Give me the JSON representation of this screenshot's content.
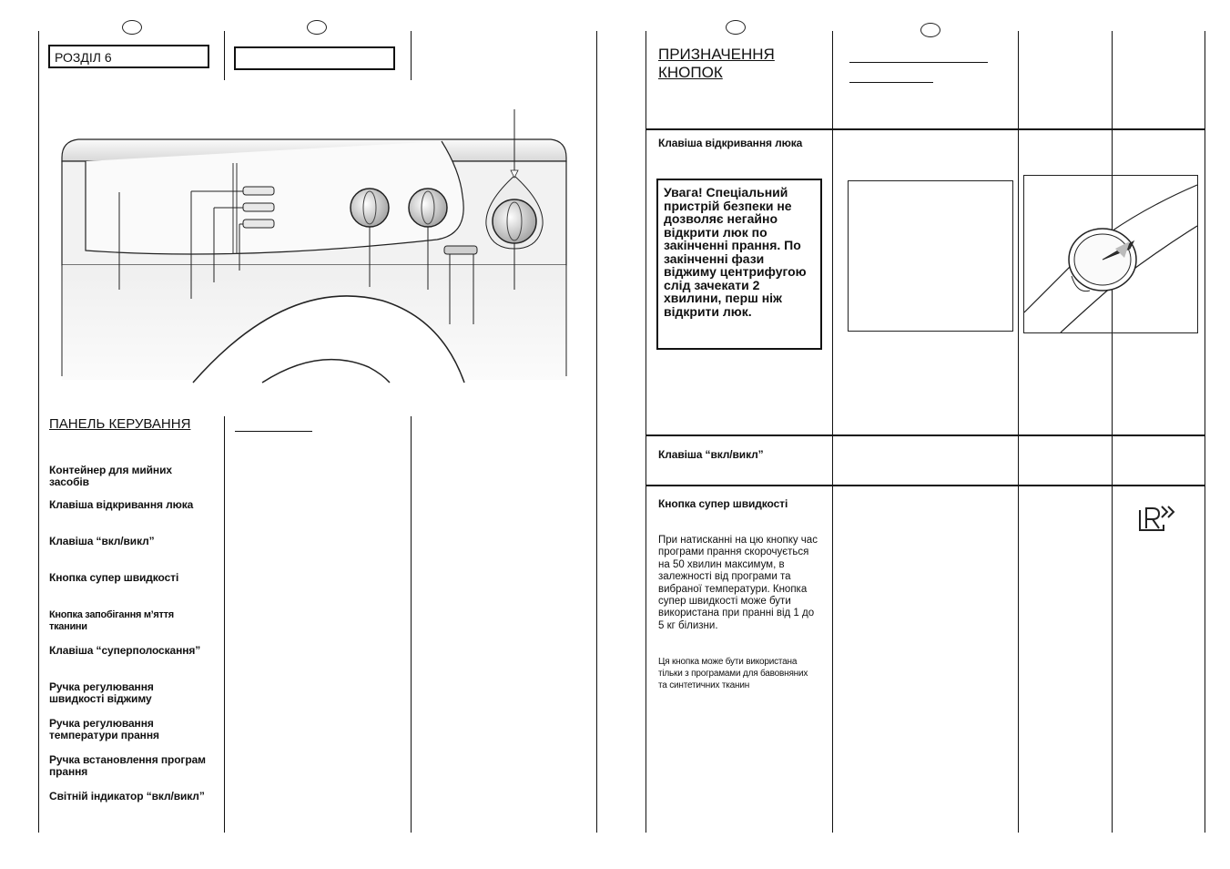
{
  "left_page": {
    "section_label": "РОЗДІЛ 6",
    "panel_heading": "ПАНЕЛЬ КЕРУВАННЯ",
    "panel_items": [
      "Контейнер для мийних засобів",
      "Клавіша відкривання люка",
      "Клавіша “вкл/викл”",
      "Кнопка супер швидкості",
      "Кнопка запобігання м’яття тканини",
      "Клавіша “суперполоскання”",
      "Ручка регулювання швидкості віджиму",
      "Ручка регулювання температури прання",
      "Ручка встановлення програм прання",
      "Світній індикатор “вкл/викл”"
    ]
  },
  "right_page": {
    "heading": "ПРИЗНАЧЕННЯ КНОПОК",
    "rows": [
      {
        "title": "Клавіша відкривання люка",
        "warning": "Увага! Спеціальний пристрій безпеки не дозволяє негайно відкрити люк по закінченні прання. По закінченні фази віджиму центрифугою слід зачекати 2 хвилини, перш ніж відкрити люк."
      },
      {
        "title": "Клавіша “вкл/викл”"
      },
      {
        "title": "Кнопка супер швидкості",
        "description": "При натисканні на цю кнопку час програми прання скорочується на 50 хвилин максимум, в залежності від програми та вибраної температури. Кнопка супер швидкості може бути використана при пранні від 1 до 5 кг білизни.",
        "note": "Ця кнопка може бути використана тільки з програмами для бавовняних та синтетичних тканин",
        "icon": "super-speed-icon"
      }
    ]
  }
}
